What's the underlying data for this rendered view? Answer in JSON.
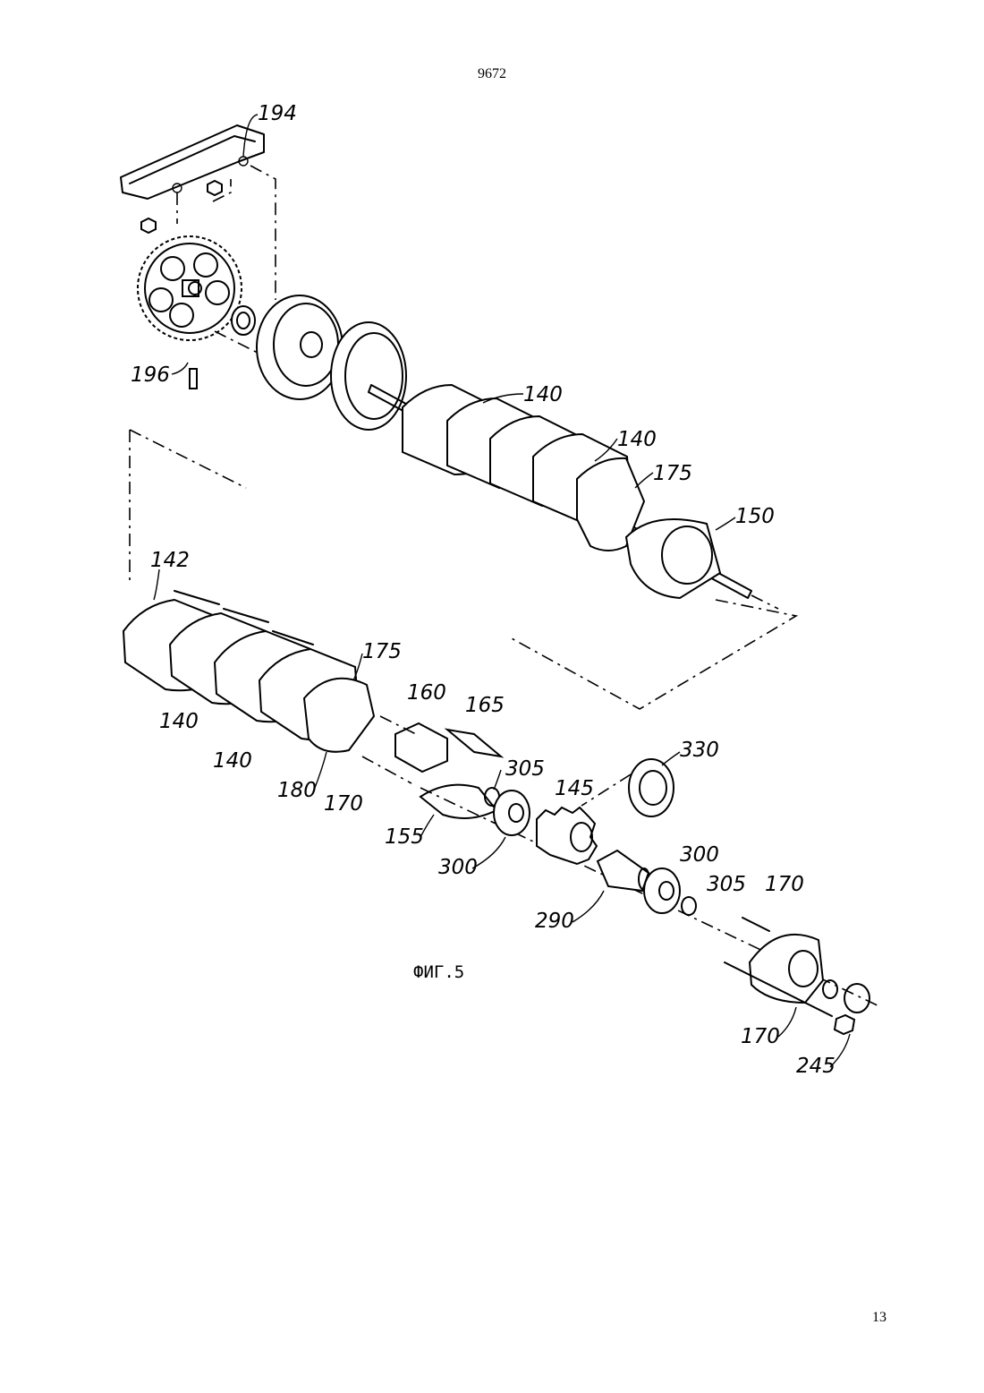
{
  "page": {
    "header": "9672",
    "page_number": "13"
  },
  "figure": {
    "caption": "ФИГ.5",
    "labels": {
      "l194": "194",
      "l196": "196",
      "l140a": "140",
      "l140b": "140",
      "l175a": "175",
      "l150": "150",
      "l142": "142",
      "l140c": "140",
      "l140d": "140",
      "l175b": "175",
      "l160": "160",
      "l165": "165",
      "l305a": "305",
      "l180": "180",
      "l170a": "170",
      "l155": "155",
      "l145": "145",
      "l330": "330",
      "l300a": "300",
      "l300b": "300",
      "l305b": "305",
      "l170b": "170",
      "l290": "290",
      "l170c": "170",
      "l245": "245"
    }
  }
}
